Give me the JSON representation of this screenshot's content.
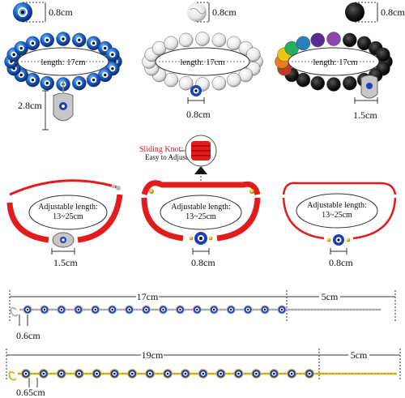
{
  "row1": {
    "bead_size_blue": "0.8cm",
    "bead_size_white": "0.8cm",
    "bead_size_black": "0.8cm",
    "length_blue": "length: 17cm",
    "length_white": "length: 17cm",
    "length_black": "length: 17cm",
    "charm_length": "2.8cm",
    "eye_size_white": "0.8cm",
    "charm_width_black": "1.5cm"
  },
  "row2": {
    "knot_title": "Sliding Knot:",
    "knot_subtitle": "Easy to Adjust",
    "adjustable_1_line1": "Adjustable length:",
    "adjustable_1_line2": "13~25cm",
    "adjustable_2_line1": "Adjustable length:",
    "adjustable_2_line2": "13~25cm",
    "adjustable_3_line1": "Adjustable length:",
    "adjustable_3_line2": "13~25cm",
    "charm_width": "1.5cm",
    "eye_size_2": "0.8cm",
    "eye_size_3": "0.8cm"
  },
  "row3": {
    "chain_length": "17cm",
    "extender_length": "5cm",
    "eye_size": "0.6cm"
  },
  "row4": {
    "chain_length": "19cm",
    "extender_length": "5cm",
    "eye_size": "0.65cm"
  },
  "colors": {
    "red_string": "#e21b1b",
    "evil_eye_blue": "#1a3fb8",
    "gold": "#d8b81a",
    "silver": "#b8b8b8"
  }
}
